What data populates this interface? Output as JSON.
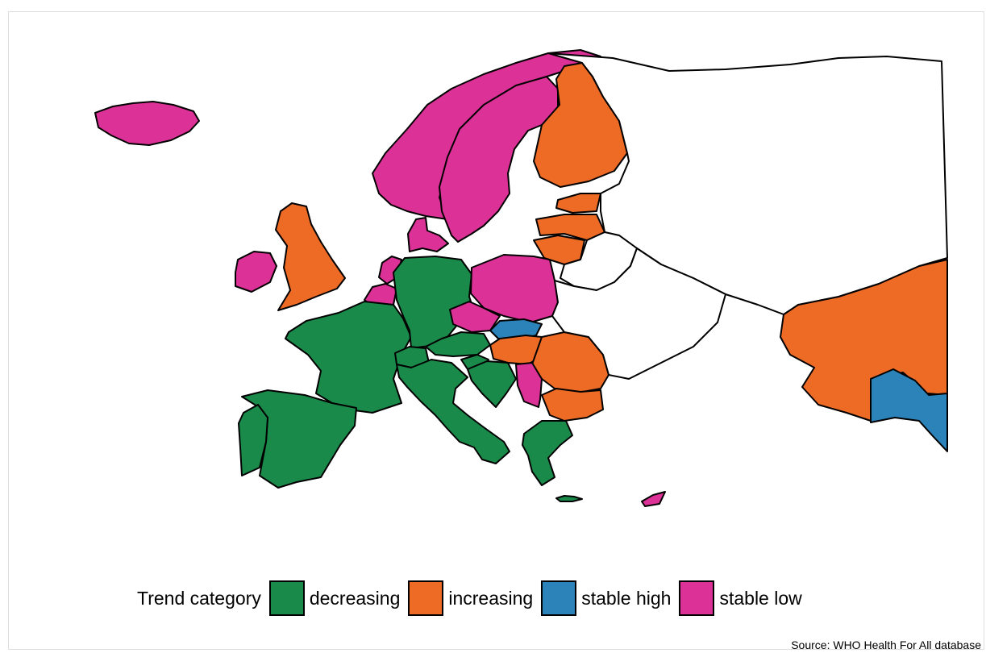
{
  "legend": {
    "title": "Trend category",
    "items": [
      {
        "label": "decreasing",
        "color": "#1a8a4a"
      },
      {
        "label": "increasing",
        "color": "#ee6b26"
      },
      {
        "label": "stable high",
        "color": "#2b83ba"
      },
      {
        "label": "stable low",
        "color": "#dc3197"
      }
    ]
  },
  "source": "Source: WHO Health For All database",
  "map_data": {
    "type": "choropleth",
    "region": "Europe",
    "no_data_color": "#ffffff",
    "countries": [
      {
        "name": "Iceland",
        "category": "stable low"
      },
      {
        "name": "Norway",
        "category": "stable low"
      },
      {
        "name": "Sweden",
        "category": "stable low"
      },
      {
        "name": "Finland",
        "category": "increasing"
      },
      {
        "name": "Denmark",
        "category": "stable low"
      },
      {
        "name": "Ireland",
        "category": "stable low"
      },
      {
        "name": "United Kingdom",
        "category": "increasing"
      },
      {
        "name": "Netherlands",
        "category": "stable low"
      },
      {
        "name": "Belgium",
        "category": "stable low"
      },
      {
        "name": "France",
        "category": "decreasing"
      },
      {
        "name": "Spain",
        "category": "decreasing"
      },
      {
        "name": "Portugal",
        "category": "decreasing"
      },
      {
        "name": "Germany",
        "category": "decreasing"
      },
      {
        "name": "Poland",
        "category": "stable low"
      },
      {
        "name": "Czechia",
        "category": "stable low"
      },
      {
        "name": "Slovakia",
        "category": "stable high"
      },
      {
        "name": "Austria",
        "category": "decreasing"
      },
      {
        "name": "Switzerland",
        "category": "decreasing"
      },
      {
        "name": "Italy",
        "category": "decreasing"
      },
      {
        "name": "Slovenia",
        "category": "decreasing"
      },
      {
        "name": "Croatia",
        "category": "decreasing"
      },
      {
        "name": "Hungary",
        "category": "increasing"
      },
      {
        "name": "Romania",
        "category": "increasing"
      },
      {
        "name": "Serbia",
        "category": "stable low"
      },
      {
        "name": "Bulgaria",
        "category": "increasing"
      },
      {
        "name": "Greece",
        "category": "decreasing"
      },
      {
        "name": "Estonia",
        "category": "increasing"
      },
      {
        "name": "Latvia",
        "category": "increasing"
      },
      {
        "name": "Lithuania",
        "category": "increasing"
      },
      {
        "name": "Kazakhstan",
        "category": "increasing"
      },
      {
        "name": "Kyrgyzstan",
        "category": "stable high"
      },
      {
        "name": "Cyprus",
        "category": "stable low"
      },
      {
        "name": "Malta",
        "category": "decreasing"
      },
      {
        "name": "Russia",
        "category": "no data"
      },
      {
        "name": "Belarus",
        "category": "no data"
      },
      {
        "name": "Ukraine",
        "category": "no data"
      }
    ]
  }
}
